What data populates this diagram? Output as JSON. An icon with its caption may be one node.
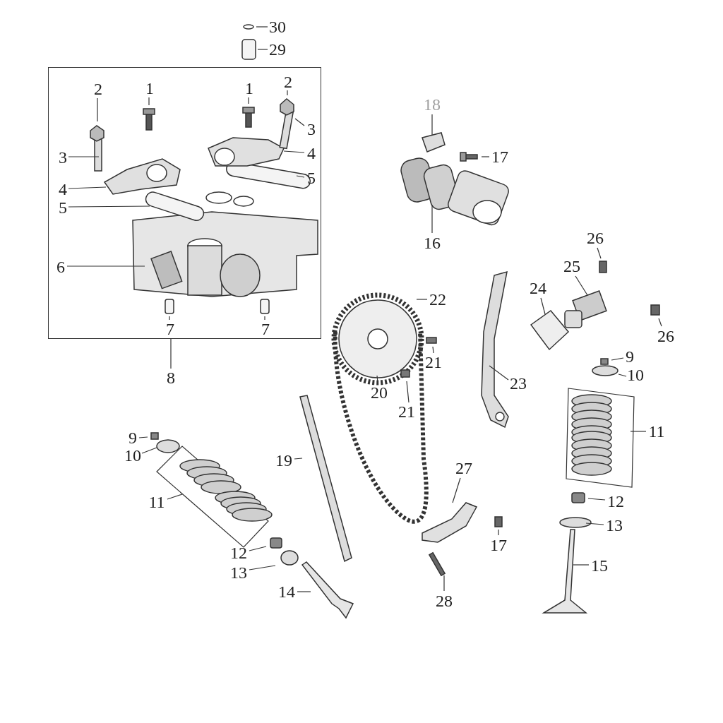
{
  "diagram": {
    "nodes": [
      {
        "text": [],
        "shape": "box"
      },
      {
        "text": [
          "30"
        ]
      },
      {
        "text": [
          "29"
        ]
      },
      {
        "text": [
          "2"
        ],
        "in": 0
      },
      {
        "text": [
          "1"
        ],
        "in": 0
      },
      {
        "text": [
          "1"
        ],
        "in": 0
      },
      {
        "text": [
          "2"
        ],
        "in": 0
      },
      {
        "text": [
          "3"
        ],
        "in": 0
      },
      {
        "text": [
          "3"
        ],
        "in": 0
      },
      {
        "text": [
          "4"
        ],
        "in": 0
      },
      {
        "text": [
          "4"
        ],
        "in": 0
      },
      {
        "text": [
          "5"
        ],
        "in": 0
      },
      {
        "text": [
          "5"
        ],
        "in": 0
      },
      {
        "text": [
          "6"
        ],
        "in": 0
      },
      {
        "text": [
          "7"
        ],
        "in": 0
      },
      {
        "text": [
          "7"
        ],
        "in": 0
      },
      {
        "text": [
          "8"
        ]
      },
      {
        "text": [
          "18"
        ]
      },
      {
        "text": [
          "17"
        ]
      },
      {
        "text": [
          "16"
        ]
      },
      {
        "text": [
          "26"
        ]
      },
      {
        "text": [
          "25"
        ]
      },
      {
        "text": [
          "24"
        ]
      },
      {
        "text": [
          "22"
        ]
      },
      {
        "text": [
          "26"
        ]
      },
      {
        "text": [
          "9"
        ]
      },
      {
        "text": [
          "10"
        ]
      },
      {
        "text": [
          "21"
        ]
      },
      {
        "text": [
          "23"
        ]
      },
      {
        "text": [
          "20"
        ]
      },
      {
        "text": [
          "21"
        ]
      },
      {
        "text": [
          "11"
        ]
      },
      {
        "text": [
          "9"
        ]
      },
      {
        "text": [
          "10"
        ]
      },
      {
        "text": [
          "19"
        ]
      },
      {
        "text": [
          "27"
        ]
      },
      {
        "text": [
          "11"
        ]
      },
      {
        "text": [
          "12"
        ]
      },
      {
        "text": [
          "13"
        ]
      },
      {
        "text": [
          "17"
        ]
      },
      {
        "text": [
          "12"
        ]
      },
      {
        "text": [
          "15"
        ]
      },
      {
        "text": [
          "13"
        ]
      },
      {
        "text": [
          "14"
        ]
      },
      {
        "text": [
          "28"
        ]
      }
    ],
    "edges": [
      {
        "from": 1,
        "to": null,
        "arrow": "none"
      },
      {
        "from": 2,
        "to": null,
        "arrow": "none"
      },
      {
        "from": 3,
        "to": null,
        "arrow": "none"
      },
      {
        "from": 4,
        "to": null,
        "arrow": "none"
      },
      {
        "from": 5,
        "to": null,
        "arrow": "none"
      },
      {
        "from": 6,
        "to": null,
        "arrow": "none"
      },
      {
        "from": 7,
        "to": null,
        "arrow": "none"
      },
      {
        "from": 8,
        "to": null,
        "arrow": "none"
      },
      {
        "from": 9,
        "to": null,
        "arrow": "none"
      },
      {
        "from": 10,
        "to": null,
        "arrow": "none"
      },
      {
        "from": 11,
        "to": null,
        "arrow": "none"
      },
      {
        "from": 12,
        "to": null,
        "arrow": "none"
      },
      {
        "from": 13,
        "to": null,
        "arrow": "none"
      },
      {
        "from": 14,
        "to": null,
        "arrow": "none"
      },
      {
        "from": 15,
        "to": null,
        "arrow": "none"
      },
      {
        "from": 16,
        "to": 0,
        "arrow": "none"
      },
      {
        "from": 17,
        "to": null,
        "arrow": "none"
      },
      {
        "from": 18,
        "to": null,
        "arrow": "none"
      },
      {
        "from": 19,
        "to": null,
        "arrow": "none"
      },
      {
        "from": 20,
        "to": null,
        "arrow": "none"
      },
      {
        "from": 21,
        "to": null,
        "arrow": "none"
      },
      {
        "from": 22,
        "to": null,
        "arrow": "none"
      },
      {
        "from": 23,
        "to": null,
        "arrow": "none"
      },
      {
        "from": 24,
        "to": null,
        "arrow": "none"
      },
      {
        "from": 25,
        "to": null,
        "arrow": "none"
      },
      {
        "from": 26,
        "to": null,
        "arrow": "none"
      },
      {
        "from": 27,
        "to": null,
        "arrow": "none"
      },
      {
        "from": 28,
        "to": null,
        "arrow": "none"
      },
      {
        "from": 29,
        "to": null,
        "arrow": "none"
      },
      {
        "from": 30,
        "to": null,
        "arrow": "none"
      },
      {
        "from": 31,
        "to": null,
        "arrow": "none"
      },
      {
        "from": 32,
        "to": null,
        "arrow": "none"
      },
      {
        "from": 33,
        "to": null,
        "arrow": "none"
      },
      {
        "from": 34,
        "to": null,
        "arrow": "none"
      },
      {
        "from": 35,
        "to": null,
        "arrow": "none"
      },
      {
        "from": 36,
        "to": null,
        "arrow": "none"
      },
      {
        "from": 37,
        "to": null,
        "arrow": "none"
      },
      {
        "from": 38,
        "to": null,
        "arrow": "none"
      },
      {
        "from": 39,
        "to": null,
        "arrow": "none"
      },
      {
        "from": 40,
        "to": null,
        "arrow": "none"
      },
      {
        "from": 41,
        "to": null,
        "arrow": "none"
      },
      {
        "from": 42,
        "to": null,
        "arrow": "none"
      },
      {
        "from": 43,
        "to": null,
        "arrow": "none"
      },
      {
        "from": 44,
        "to": null,
        "arrow": "none"
      }
    ]
  }
}
